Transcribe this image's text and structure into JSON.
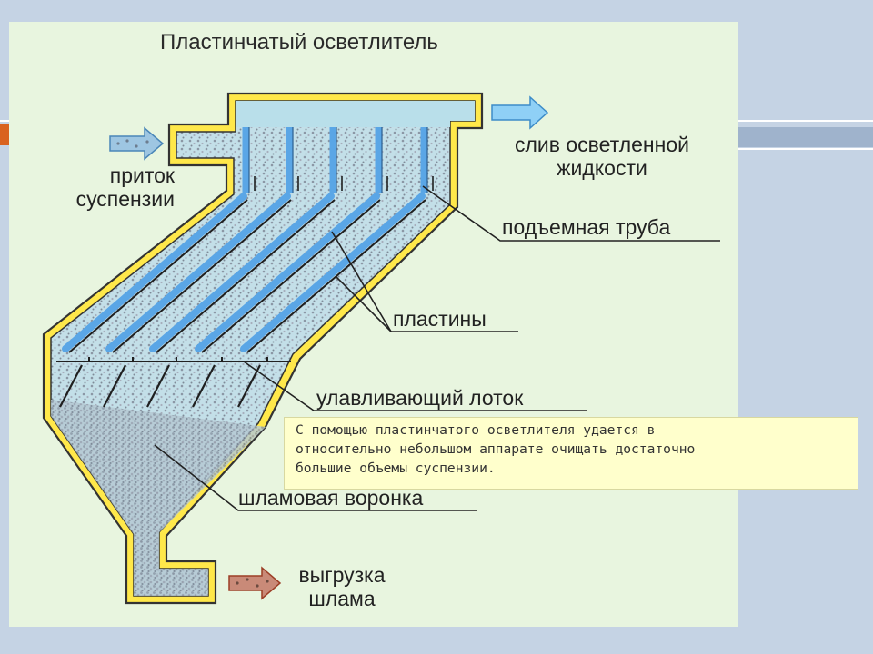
{
  "title": "Пластинчатый осветлитель",
  "labels": {
    "inflow": "приток\nсуспензии",
    "outflow": "слив осветленной\nжидкости",
    "lift_pipe": "подъемная труба",
    "plates": "пластины",
    "collector_tray": "улавливающий лоток",
    "sludge_funnel": "шламовая воронка",
    "sludge_discharge": "выгрузка\nшлама"
  },
  "note": "С помощью пластинчатого осветлителя удается в\nотносительно небольшом аппарате очищать достаточно\nбольшие объемы суспензии.",
  "colors": {
    "background": "#c5d3e4",
    "panel": "#e8f5df",
    "wall_fill": "#ffe84a",
    "wall_outline": "#333333",
    "liquid": "#b9dfea",
    "slurry_dots": "#8b97a5",
    "plate_blue": "#5aa6e6",
    "inflow_arrow": "#7fb2d6",
    "outflow_arrow": "#6fb8ec",
    "sludge_arrow": "#b35a3a",
    "note_bg": "#ffffcc"
  },
  "icons": [
    "inflow-arrow-icon",
    "outflow-arrow-icon",
    "sludge-arrow-icon"
  ]
}
